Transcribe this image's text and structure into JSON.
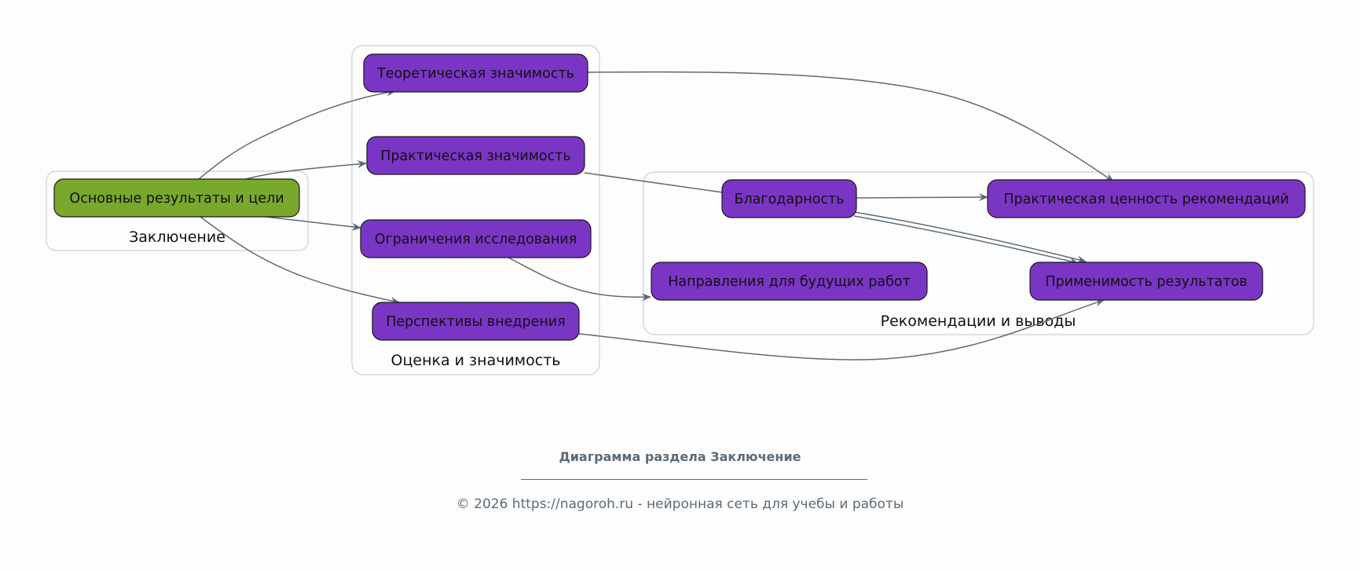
{
  "colors": {
    "root_node": "#78a82c",
    "node": "#7b35c5",
    "edge": "#5b6b78",
    "cluster_border": "#cfcfcf",
    "footer_text": "#5b6b78"
  },
  "clusters": {
    "conclusion": "Заключение",
    "evaluation": "Оценка и значимость",
    "recommendations": "Рекомендации и выводы"
  },
  "nodes": {
    "main_results": "Основные результаты и цели",
    "theoretical": "Теоретическая значимость",
    "practical": "Практическая значимость",
    "limitations": "Ограничения исследования",
    "prospects": "Перспективы внедрения",
    "gratitude": "Благодарность",
    "future_work": "Направления для будущих работ",
    "practical_value": "Практическая ценность рекомендаций",
    "applicability": "Применимость результатов"
  },
  "edges": [
    {
      "from": "main_results",
      "to": "theoretical"
    },
    {
      "from": "main_results",
      "to": "practical"
    },
    {
      "from": "main_results",
      "to": "limitations"
    },
    {
      "from": "main_results",
      "to": "prospects"
    },
    {
      "from": "theoretical",
      "to": "practical_value"
    },
    {
      "from": "practical",
      "to": "gratitude"
    },
    {
      "from": "limitations",
      "to": "future_work"
    },
    {
      "from": "prospects",
      "to": "applicability"
    },
    {
      "from": "gratitude",
      "to": "practical_value"
    },
    {
      "from": "gratitude",
      "to": "applicability"
    },
    {
      "from": "gratitude",
      "to": "applicability"
    }
  ],
  "footer": {
    "title": "Диаграмма раздела Заключение",
    "copyright": "© 2026 https://nagoroh.ru - нейронная сеть для учебы и работы"
  }
}
